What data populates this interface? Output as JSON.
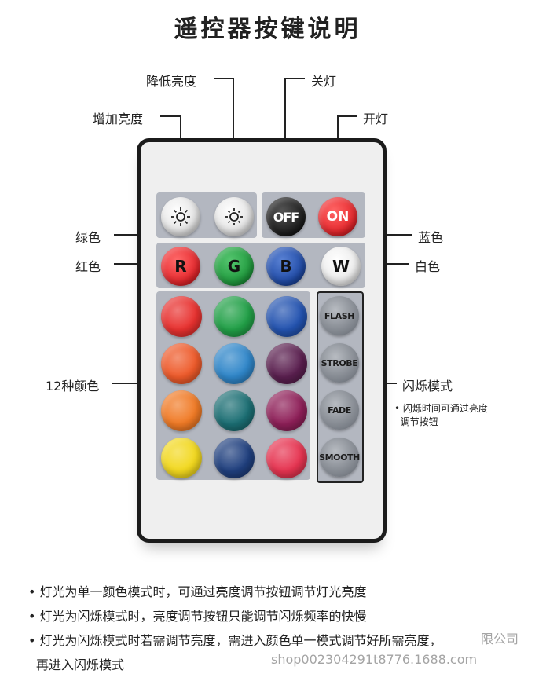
{
  "title": "遥控器按键说明",
  "labels": {
    "brightness_down": "降低亮度",
    "off": "关灯",
    "brightness_up": "增加亮度",
    "on": "开灯",
    "green": "绿色",
    "blue": "蓝色",
    "red": "红色",
    "white": "白色",
    "twelve_colors": "12种颜色",
    "flash_mode": "闪烁模式",
    "flash_note": "• 闪烁时间可通过亮度\n  调节按钮"
  },
  "buttons": {
    "off": "OFF",
    "on": "ON",
    "r": "R",
    "g": "G",
    "b": "B",
    "w": "W",
    "flash": "FLASH",
    "strobe": "STROBE",
    "fade": "FADE",
    "smooth": "SMOOTH"
  },
  "colors": {
    "remote_border": "#1b1b1b",
    "remote_body": "#efefef",
    "panel": "#b3b7c0",
    "red": "#e5262b",
    "green": "#1f9a3d",
    "blue": "#1f4aa6",
    "grid": [
      [
        "#e8312f",
        "#21a047",
        "#2353b0"
      ],
      [
        "#ee5a2a",
        "#2f86c9",
        "#5a1f4f"
      ],
      [
        "#f07a25",
        "#1b6e73",
        "#8e1f58"
      ],
      [
        "#f2d81e",
        "#1f3f7e",
        "#e63350"
      ]
    ]
  },
  "notes": [
    "• 灯光为单一颜色模式时，可通过亮度调节按钮调节灯光亮度",
    "• 灯光为闪烁模式时，亮度调节按钮只能调节闪烁频率的快慢",
    "• 灯光为闪烁模式时若需调节亮度，需进入颜色单一模式调节好所需亮度，",
    "再进入闪烁模式"
  ],
  "watermark": {
    "line1": "限公司",
    "line2": "shop002304291t8776.1688.com"
  }
}
